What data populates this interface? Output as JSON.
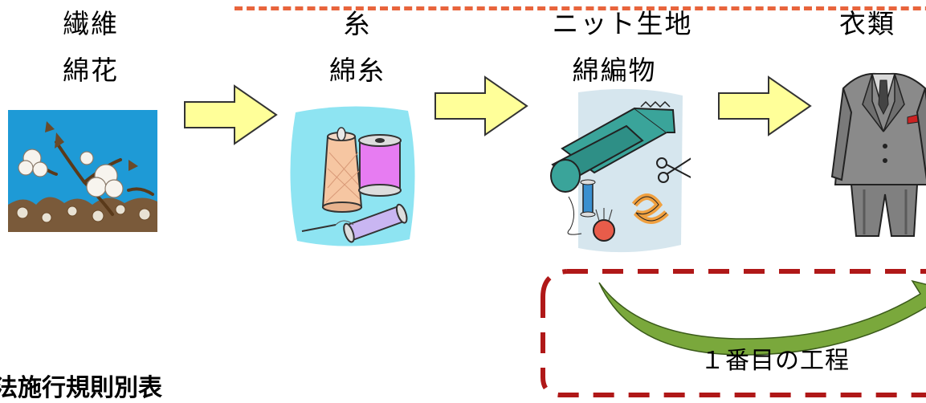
{
  "stages": [
    {
      "top": "繊維",
      "bottom": "綿花"
    },
    {
      "top": "糸",
      "bottom": "綿糸"
    },
    {
      "top": "ニット生地",
      "bottom": "綿編物"
    },
    {
      "top": "衣類",
      "bottom": ""
    }
  ],
  "process_label": "１番目の工程",
  "bottom_text": "法施行規則別表",
  "colors": {
    "arrow_fill": "#ffff99",
    "arrow_stroke": "#333333",
    "dashed_red": "#b01818",
    "dashed_orange": "#e8643c",
    "curve_green": "#7aa83c"
  }
}
